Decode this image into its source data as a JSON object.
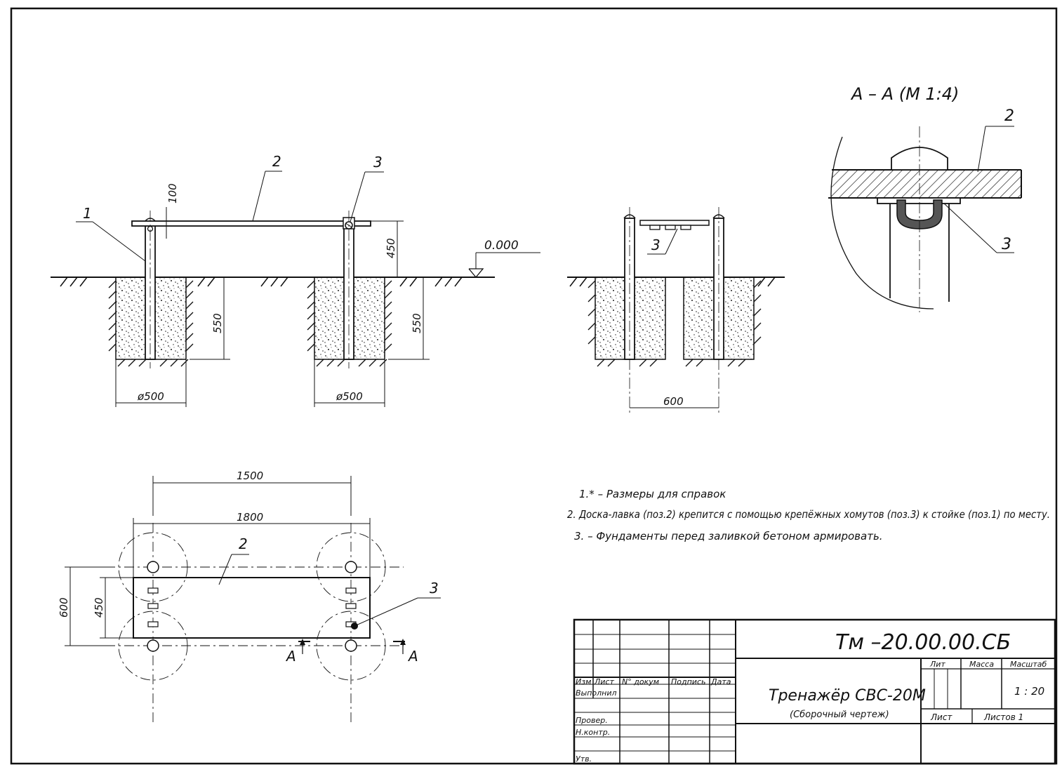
{
  "callouts": {
    "pos1": "1",
    "pos2": "2",
    "pos3": "3"
  },
  "section": {
    "title": "А – А (М 1:4)",
    "mark": "А"
  },
  "dimensions": {
    "height_100": "100",
    "height_450": "450",
    "depth_550": "550",
    "dia_500": "ø500",
    "spacing_600": "600",
    "length_1500": "1500",
    "length_1800": "1800",
    "width_600": "600",
    "width_450": "450"
  },
  "level": "0.000",
  "notes": [
    "1.* – Размеры для справок",
    "2. Доска-лавка (поз.2) крепится с помощью крепёжных хомутов (поз.3) к стойке (поз.1) по месту.",
    "3. – Фундаменты перед заливкой бетоном армировать."
  ],
  "title_block": {
    "designation": "Тм –20.00.00.СБ",
    "name": "Тренажёр СВС-20М",
    "doc_type": "(Сборочный чертеж)",
    "col_lit": "Лит",
    "col_mass": "Масса",
    "col_scale": "Масштаб",
    "scale": "1 : 20",
    "sheet": "Лист",
    "sheets": "Листов  1",
    "h_izm": "Изм",
    "h_list": "Лист",
    "h_doc": "N° докум",
    "h_sign": "Подпись",
    "h_date": "Дата",
    "r_made": "Выполнил",
    "r_check": "Провер.",
    "r_norm": "Н.контр.",
    "r_appr": "Утв."
  }
}
